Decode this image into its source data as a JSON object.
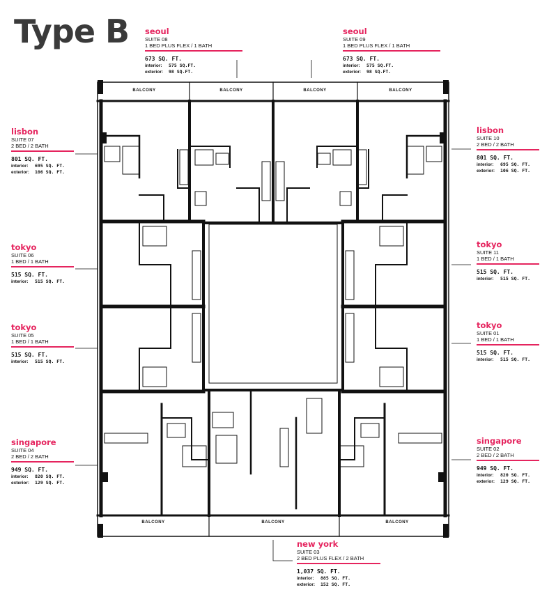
{
  "title": "Type B",
  "balcony_label": "BALCONY",
  "suites": {
    "s08": {
      "name": "seoul",
      "suite": "SUITE 08",
      "type": "1 BED PLUS FLEX / 1 BATH",
      "total": "673 SQ. FT.",
      "interior_k": "interior:",
      "interior_v": "575 SQ.FT.",
      "exterior_k": "exterior:",
      "exterior_v": "98 SQ.FT."
    },
    "s09": {
      "name": "seoul",
      "suite": "SUITE 09",
      "type": "1 BED PLUS FLEX / 1 BATH",
      "total": "673 SQ. FT.",
      "interior_k": "interior:",
      "interior_v": "575 SQ.FT.",
      "exterior_k": "exterior:",
      "exterior_v": "98 SQ.FT."
    },
    "s07": {
      "name": "lisbon",
      "suite": "SUITE 07",
      "type": "2 BED / 2 BATH",
      "total": "801 SQ. FT.",
      "interior_k": "interior:",
      "interior_v": "695 SQ. FT.",
      "exterior_k": "exterior:",
      "exterior_v": "106 SQ. FT."
    },
    "s10": {
      "name": "lisbon",
      "suite": "SUITE 10",
      "type": "2 BED / 2 BATH",
      "total": "801 SQ. FT.",
      "interior_k": "interior:",
      "interior_v": "695 SQ. FT.",
      "exterior_k": "exterior:",
      "exterior_v": "106 SQ. FT."
    },
    "s06": {
      "name": "tokyo",
      "suite": "SUITE 06",
      "type": "1 BED / 1 BATH",
      "total": "515 SQ. FT.",
      "interior_k": "interior:",
      "interior_v": "515 SQ. FT."
    },
    "s11": {
      "name": "tokyo",
      "suite": "SUITE 11",
      "type": "1 BED / 1 BATH",
      "total": "515 SQ. FT.",
      "interior_k": "interior:",
      "interior_v": "515 SQ. FT."
    },
    "s05": {
      "name": "tokyo",
      "suite": "SUITE 05",
      "type": "1 BED / 1 BATH",
      "total": "515 SQ. FT.",
      "interior_k": "interior:",
      "interior_v": "515 SQ. FT."
    },
    "s01": {
      "name": "tokyo",
      "suite": "SUITE 01",
      "type": "1 BED / 1 BATH",
      "total": "515 SQ. FT.",
      "interior_k": "interior:",
      "interior_v": "515 SQ. FT."
    },
    "s04": {
      "name": "singapore",
      "suite": "SUITE 04",
      "type": "2 BED / 2 BATH",
      "total": "949 SQ. FT.",
      "interior_k": "interior:",
      "interior_v": "820 SQ. FT.",
      "exterior_k": "exterior:",
      "exterior_v": "129 SQ. FT."
    },
    "s02": {
      "name": "singapore",
      "suite": "SUITE 02",
      "type": "2 BED / 2 BATH",
      "total": "949 SQ. FT.",
      "interior_k": "interior:",
      "interior_v": "820 SQ. FT.",
      "exterior_k": "exterior:",
      "exterior_v": "129 SQ. FT."
    },
    "s03": {
      "name": "new york",
      "suite": "SUITE 03",
      "type": "2 BED PLUS FLEX / 2 BATH",
      "total": "1,037 SQ. FT.",
      "interior_k": "interior:",
      "interior_v": "885 SQ. FT.",
      "exterior_k": "exterior:",
      "exterior_v": "152 SQ. FT."
    }
  },
  "colors": {
    "accent": "#e5245e",
    "wall": "#111111",
    "title": "#3a3a3a"
  }
}
